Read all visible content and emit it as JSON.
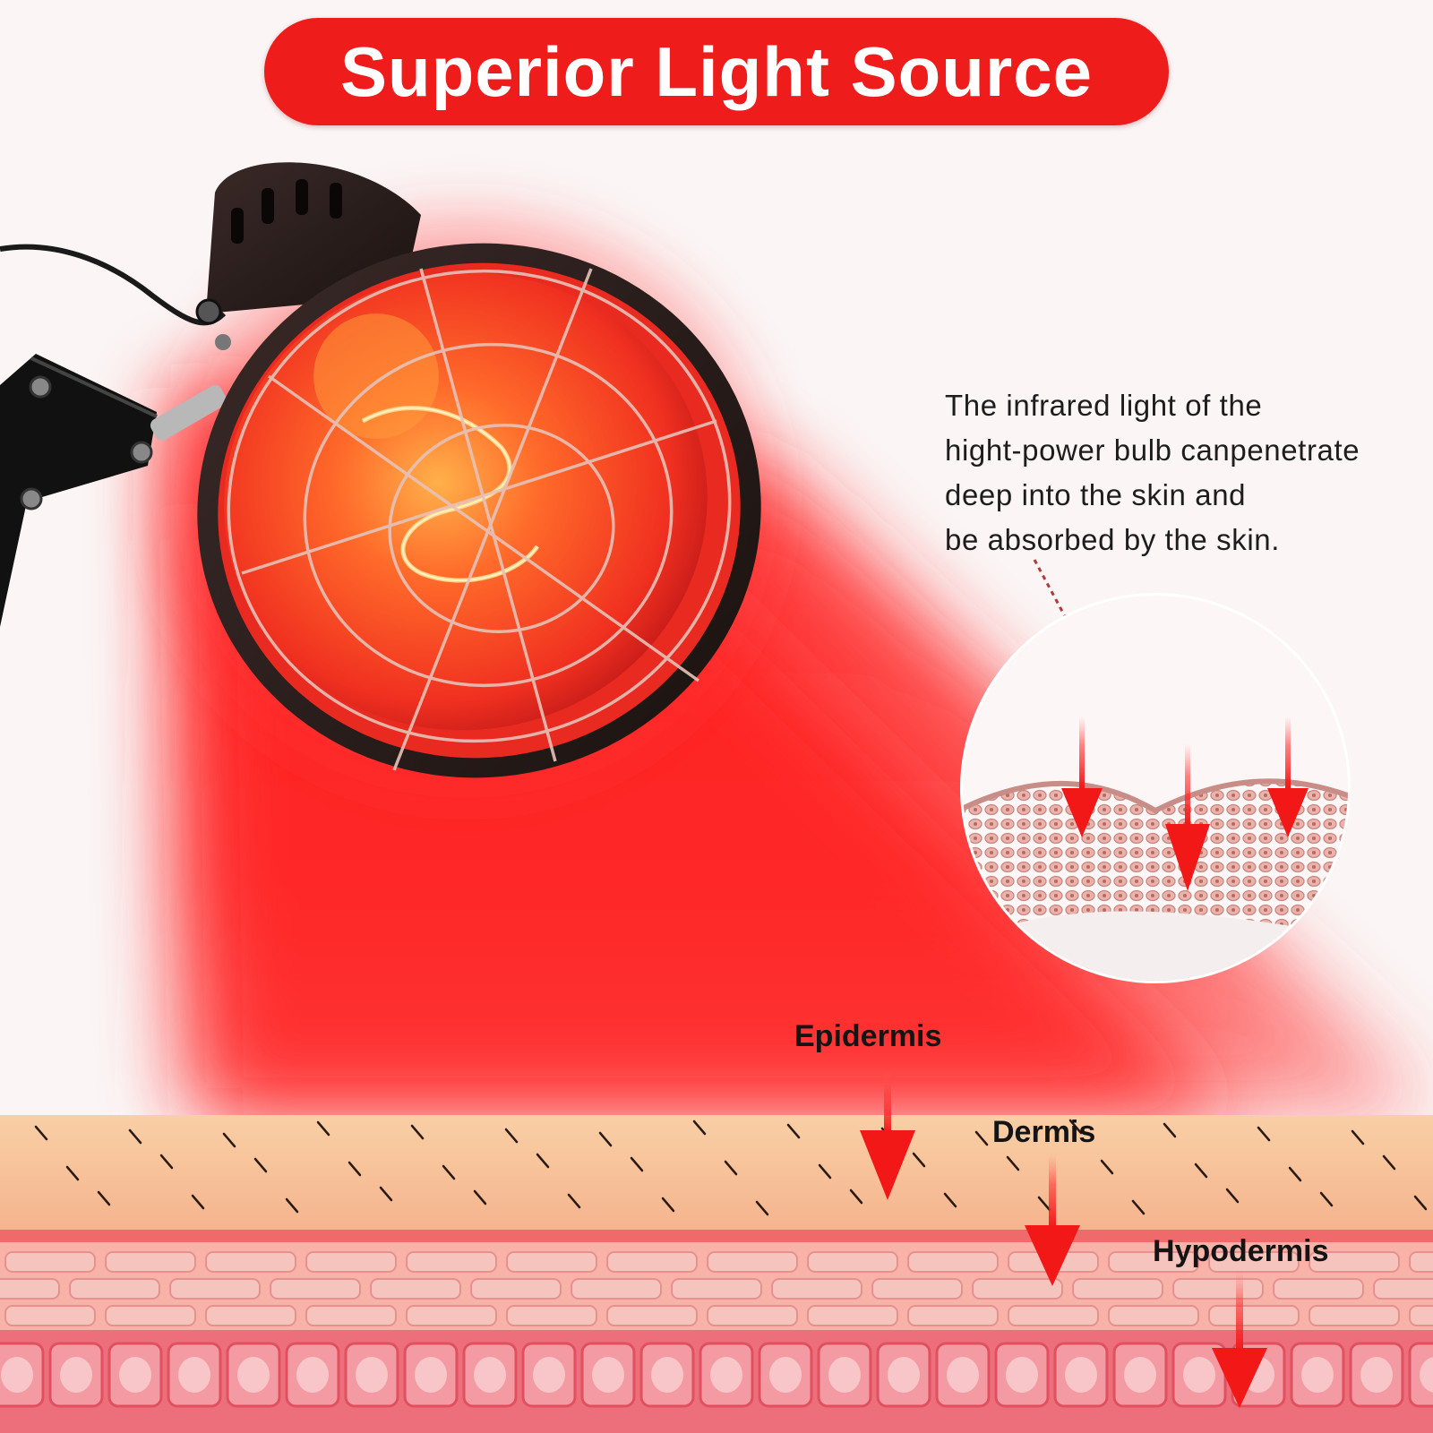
{
  "title": "Superior Light Source",
  "description": {
    "lines": [
      "The infrared light of the",
      "hight-power bulb canpenetrate",
      "deep into the skin and",
      "be absorbed by the skin."
    ]
  },
  "layers": {
    "epidermis": "Epidermis",
    "dermis": "Dermis",
    "hypodermis": "Hypodermis"
  },
  "colors": {
    "accent_red": "#ef1c1c",
    "glow_red": "#ff2a2a",
    "epidermis": "#f7c39a",
    "dermis": "#f7a8a0",
    "hypodermis": "#f07a84",
    "lamp_shell": "#2a1f1d"
  },
  "icons": [
    "infrared-lamp-icon",
    "skin-zoom-circle-icon",
    "penetration-arrow-icon"
  ]
}
